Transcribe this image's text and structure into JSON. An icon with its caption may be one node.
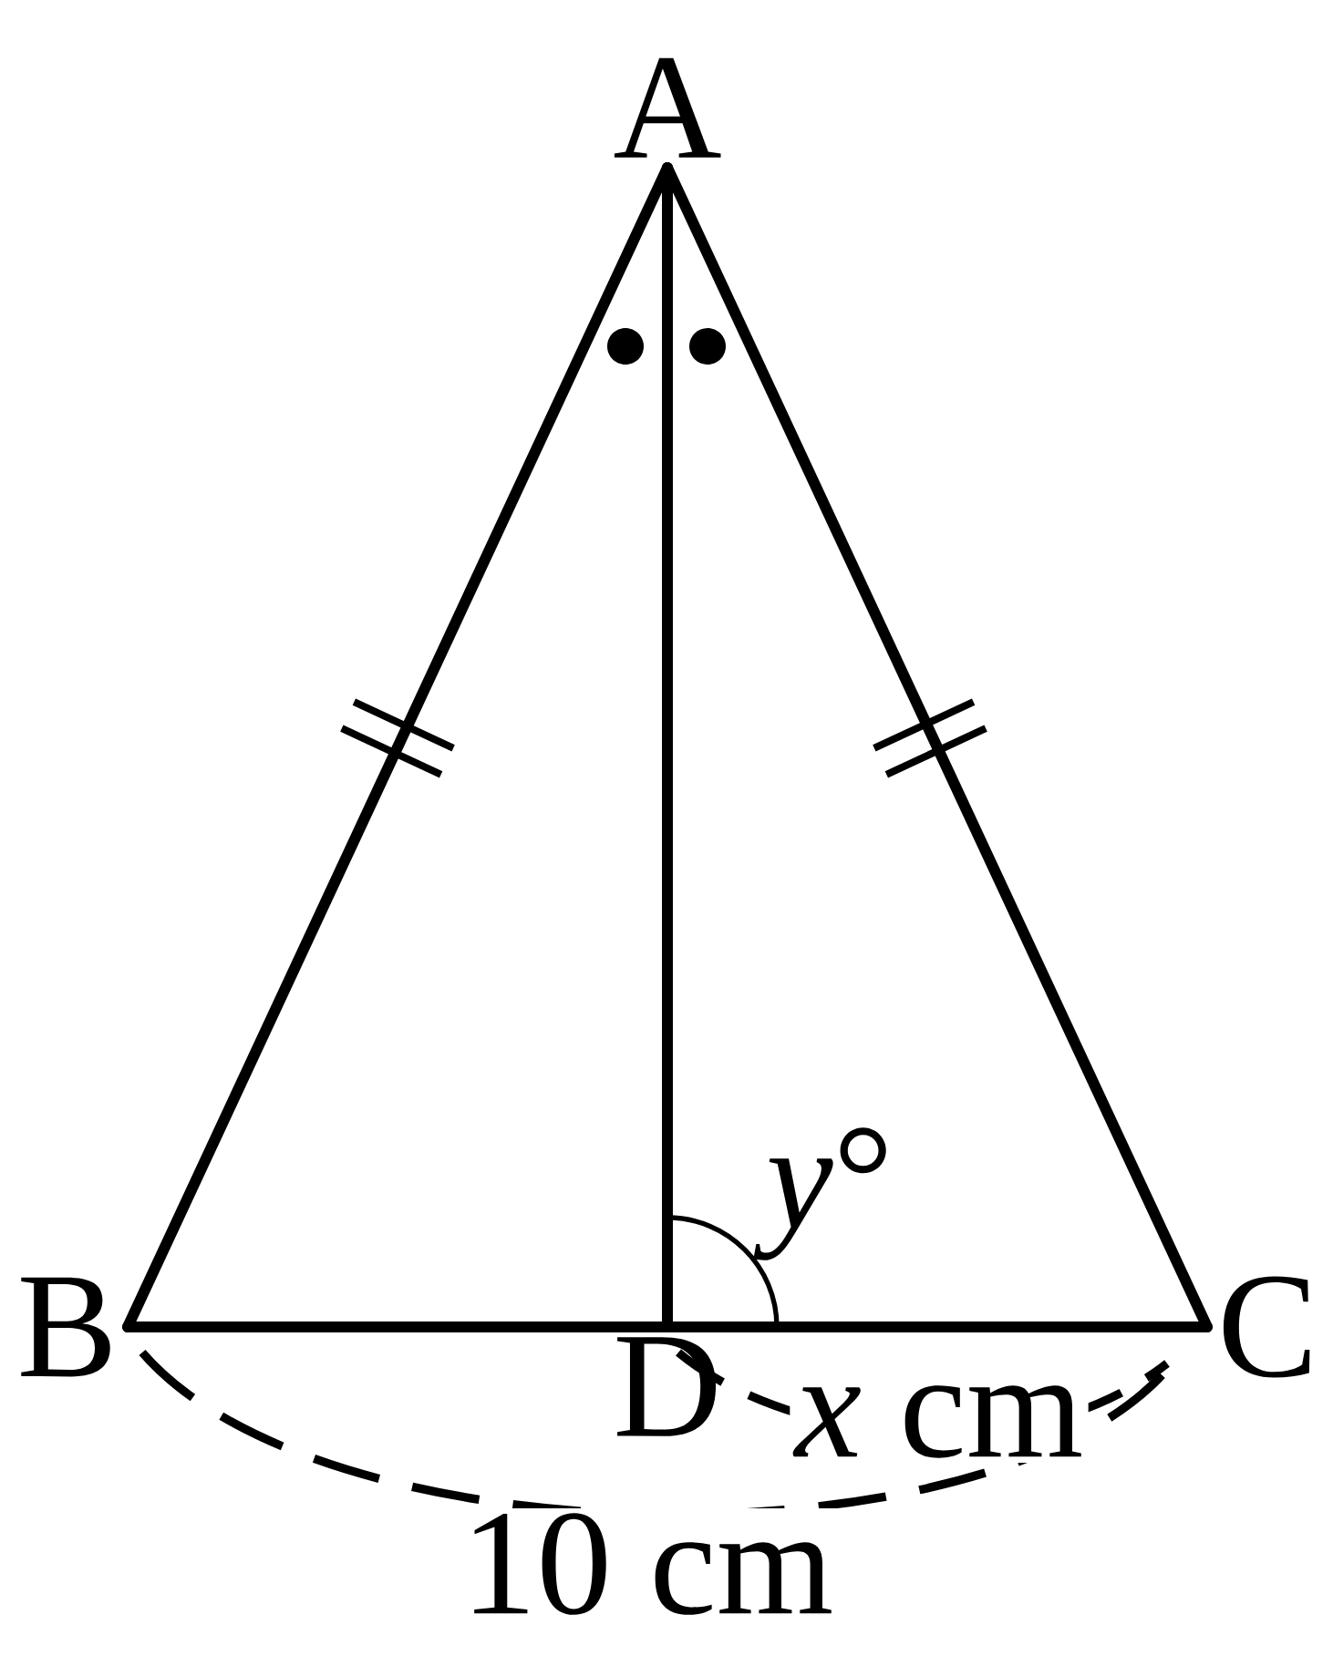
{
  "diagram": {
    "nodes": [
      {
        "text": [
          "A"
        ]
      },
      {
        "text": [
          "B"
        ]
      },
      {
        "text": [
          "C"
        ]
      },
      {
        "text": [
          "D"
        ]
      }
    ],
    "edges": [
      {
        "from": 0,
        "to": 1,
        "arrow": "none"
      },
      {
        "from": 0,
        "to": 2,
        "arrow": "none"
      },
      {
        "from": 1,
        "to": 3,
        "arrow": "none"
      },
      {
        "from": 3,
        "to": 2,
        "arrow": "none"
      },
      {
        "from": 0,
        "to": 3,
        "arrow": "none"
      }
    ],
    "labels": [
      "*y*°",
      "*x* cm",
      "10 cm"
    ]
  }
}
